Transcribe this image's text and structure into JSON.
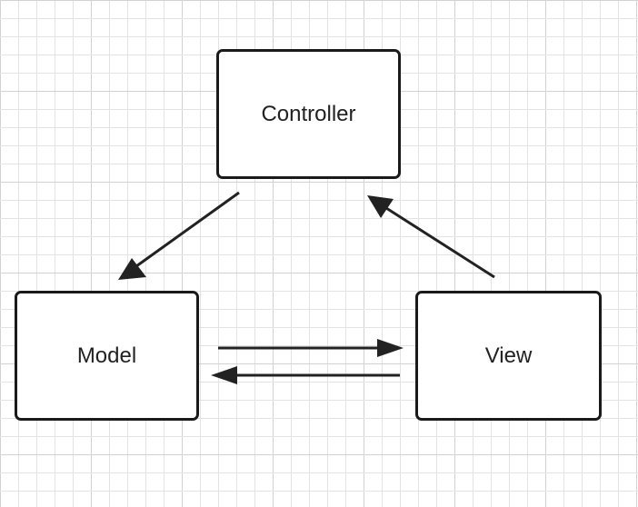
{
  "canvas": {
    "background": "#ffffff",
    "grid_color": "#e3e3e3",
    "major_grid_color": "#d2d2d2"
  },
  "nodes": {
    "controller": {
      "label": "Controller"
    },
    "model": {
      "label": "Model"
    },
    "view": {
      "label": "View"
    }
  },
  "edges": [
    {
      "from": "controller",
      "to": "model"
    },
    {
      "from": "view",
      "to": "controller"
    },
    {
      "from": "model",
      "to": "view"
    },
    {
      "from": "view",
      "to": "model"
    }
  ],
  "style": {
    "stroke_color": "#222222",
    "node_border_color": "#1a1a1a",
    "text_color": "#222222"
  }
}
